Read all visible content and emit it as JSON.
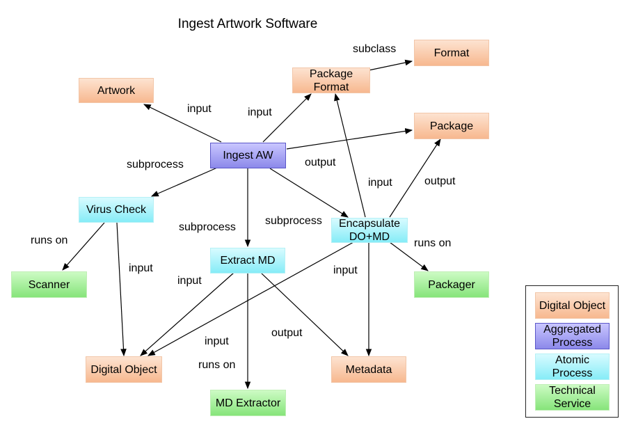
{
  "title": "Ingest Artwork Software",
  "nodes": {
    "artwork": "Artwork",
    "package_format": "Package Format",
    "format": "Format",
    "package": "Package",
    "ingest_aw": "Ingest AW",
    "virus_check": "Virus Check",
    "extract_md": "Extract MD",
    "encapsulate": "Encapsulate DO+MD",
    "scanner": "Scanner",
    "packager": "Packager",
    "digital_object": "Digital Object",
    "metadata": "Metadata",
    "md_extractor": "MD Extractor"
  },
  "edge_labels": {
    "subclass": "subclass",
    "input_artwork": "input",
    "input_pkgformat": "input",
    "output_package": "output",
    "subprocess_virus": "subprocess",
    "subprocess_extract": "subprocess",
    "subprocess_encap": "subprocess",
    "input_encap_pkgformat": "input",
    "output_encap_package": "output",
    "runs_on_scanner": "runs on",
    "input_virus_do": "input",
    "input_extract_do": "input",
    "input_encap_metadata": "input",
    "runs_on_packager": "runs on",
    "input_extract_md": "input",
    "output_metadata": "output",
    "runs_on_mdextractor": "runs on"
  },
  "legend": {
    "digital_object": "Digital Object",
    "aggregated_process": "Aggregated Process",
    "atomic_process": "Atomic Process",
    "technical_service": "Technical Service"
  },
  "colors": {
    "digital_object": "#f7b88f",
    "aggregated_process": "#8c89ea",
    "atomic_process": "#86ecf7",
    "technical_service": "#86e47a"
  }
}
